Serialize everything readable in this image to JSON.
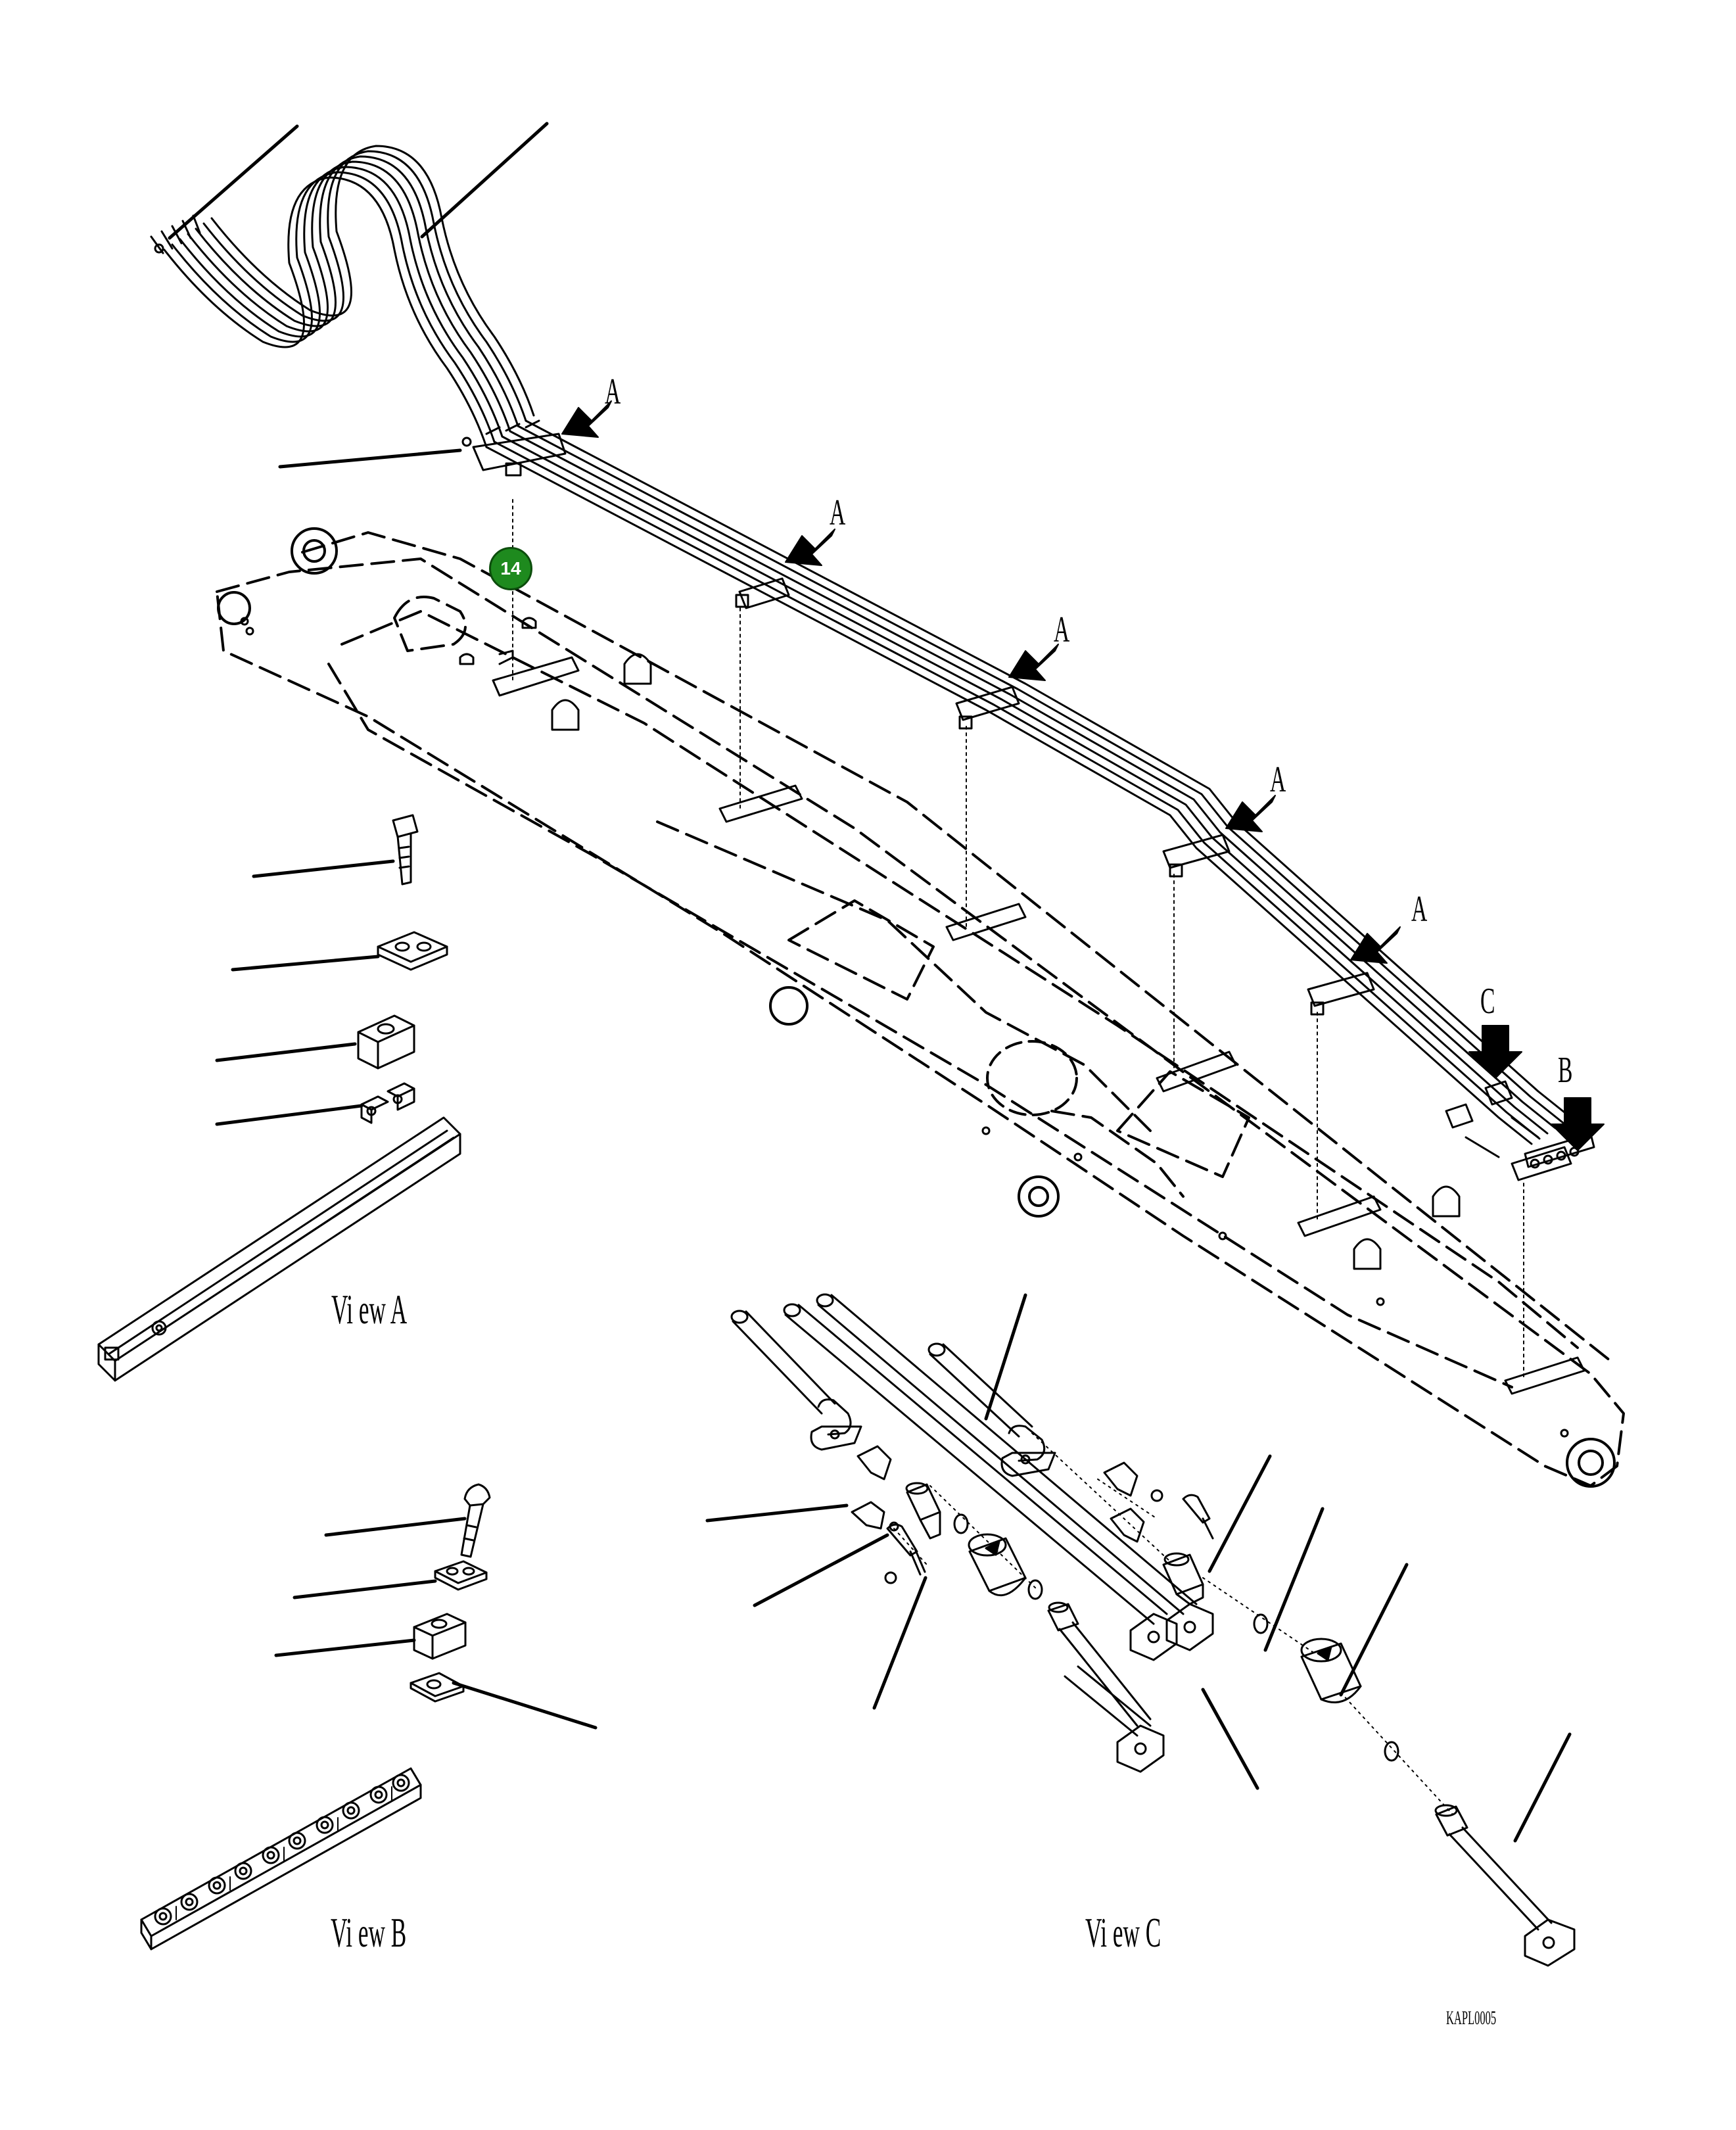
{
  "figure": {
    "callout_number": "14",
    "views": {
      "a": "Vi ew A",
      "b": "Vi ew B",
      "c": "Vi ew C"
    },
    "arrow_markers": [
      "A",
      "A",
      "A",
      "A",
      "A",
      "C",
      "B"
    ],
    "drawing_code": "KAPL0005",
    "colors": {
      "line": "#000000",
      "callout": "#1e8a1e",
      "background": "#ffffff"
    }
  }
}
